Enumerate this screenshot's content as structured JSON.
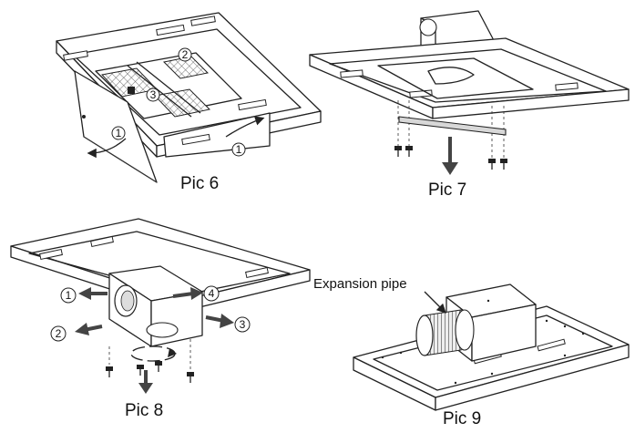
{
  "captions": {
    "pic6": "Pic 6",
    "pic7": "Pic 7",
    "pic8": "Pic 8",
    "pic9": "Pic 9"
  },
  "pic6_steps": {
    "a": "1",
    "b": "2",
    "c": "3",
    "d": "1"
  },
  "pic8_steps": {
    "a": "1",
    "b": "2",
    "c": "3",
    "d": "4"
  },
  "pic9_label": "Expansion pipe"
}
